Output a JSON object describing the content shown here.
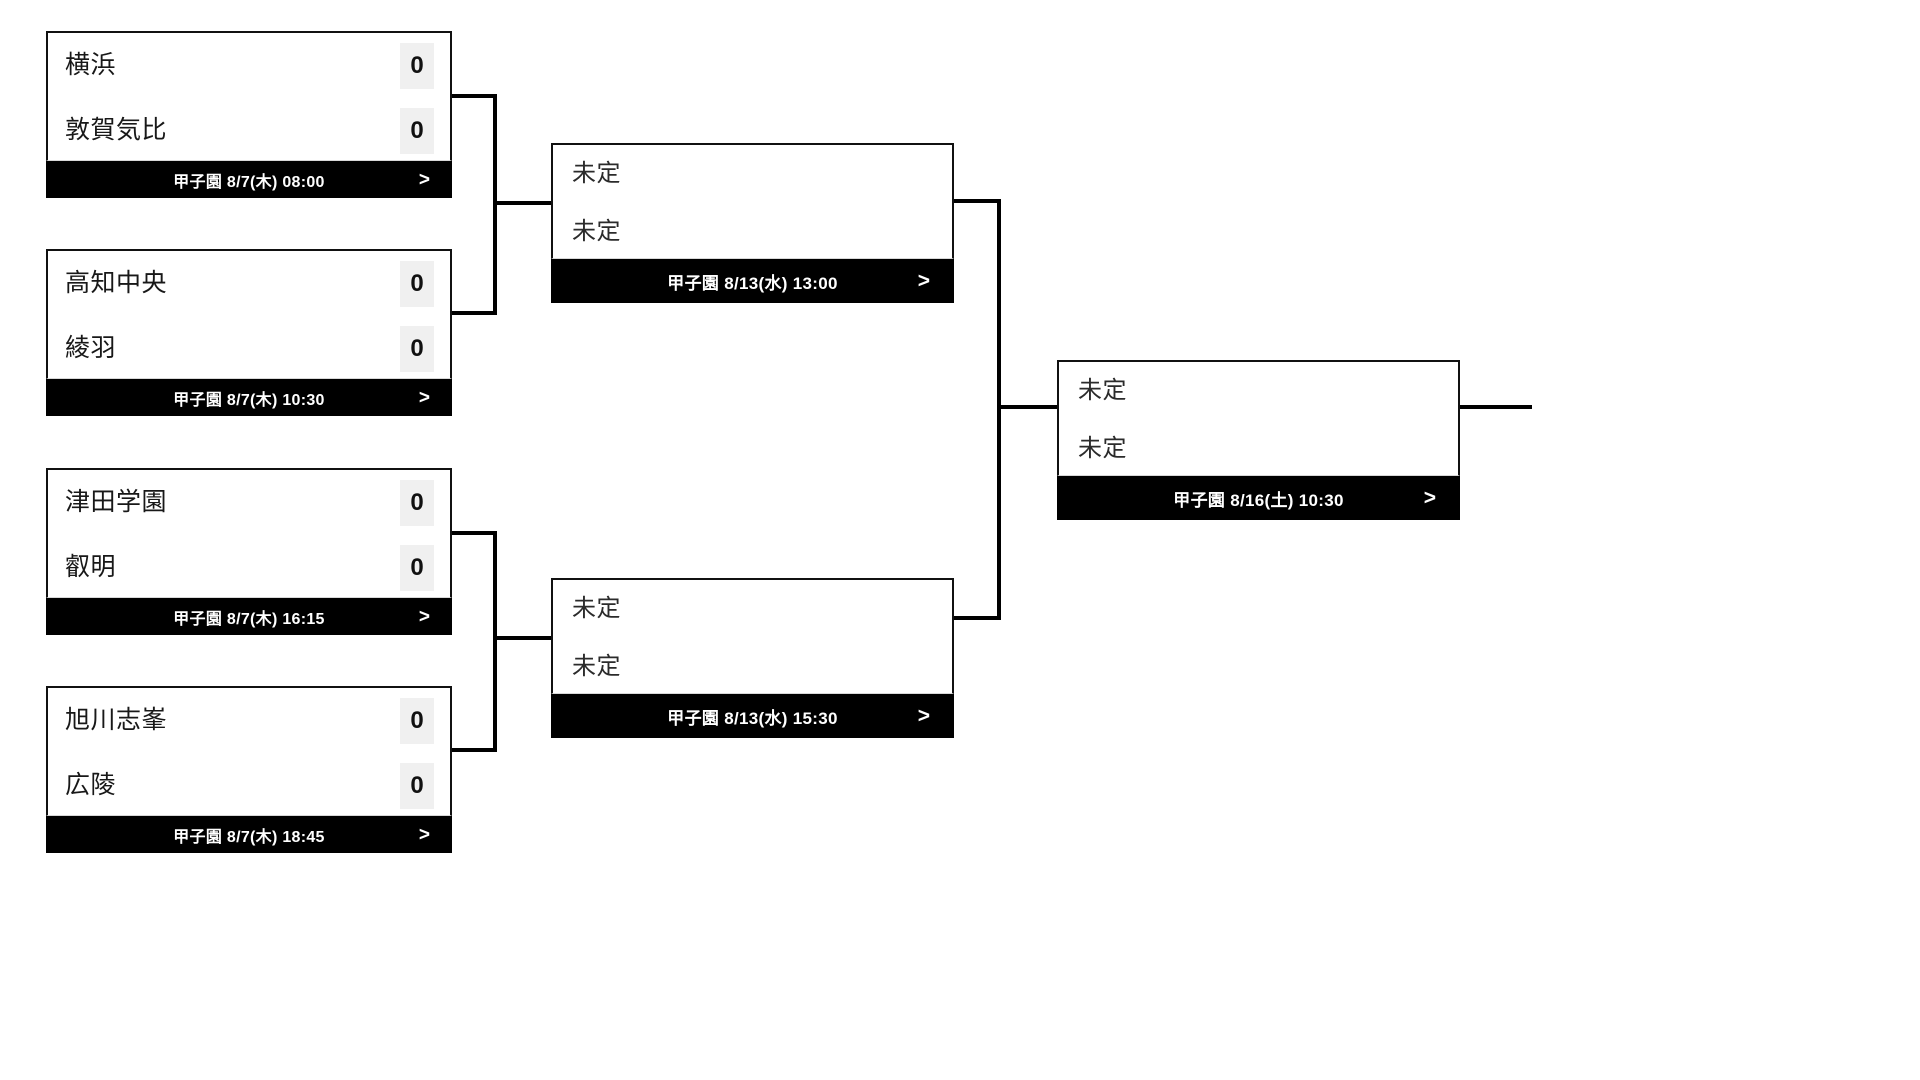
{
  "bracket": {
    "tournament_icon": "bracket-tree",
    "chevron_glyph": ">",
    "rounds": [
      {
        "name": "round-1",
        "matches": [
          {
            "id": "r1-m1",
            "team_top": "横浜",
            "team_bottom": "敦賀気比",
            "score_top": "0",
            "score_bottom": "0",
            "footer": "甲子園 8/7(木) 08:00",
            "venue": "甲子園",
            "date": "8/7(木)",
            "time": "08:00"
          },
          {
            "id": "r1-m2",
            "team_top": "高知中央",
            "team_bottom": "綾羽",
            "score_top": "0",
            "score_bottom": "0",
            "footer": "甲子園 8/7(木) 10:30",
            "venue": "甲子園",
            "date": "8/7(木)",
            "time": "10:30"
          },
          {
            "id": "r1-m3",
            "team_top": "津田学園",
            "team_bottom": "叡明",
            "score_top": "0",
            "score_bottom": "0",
            "footer": "甲子園 8/7(木) 16:15",
            "venue": "甲子園",
            "date": "8/7(木)",
            "time": "16:15"
          },
          {
            "id": "r1-m4",
            "team_top": "旭川志峯",
            "team_bottom": "広陵",
            "score_top": "0",
            "score_bottom": "0",
            "footer": "甲子園 8/7(木) 18:45",
            "venue": "甲子園",
            "date": "8/7(木)",
            "time": "18:45"
          }
        ]
      },
      {
        "name": "round-2",
        "matches": [
          {
            "id": "r2-m1",
            "team_top": "未定",
            "team_bottom": "未定",
            "footer": "甲子園 8/13(水) 13:00",
            "venue": "甲子園",
            "date": "8/13(水)",
            "time": "13:00"
          },
          {
            "id": "r2-m2",
            "team_top": "未定",
            "team_bottom": "未定",
            "footer": "甲子園 8/13(水) 15:30",
            "venue": "甲子園",
            "date": "8/13(水)",
            "time": "15:30"
          }
        ]
      },
      {
        "name": "round-3",
        "matches": [
          {
            "id": "r3-m1",
            "team_top": "未定",
            "team_bottom": "未定",
            "footer": "甲子園 8/16(土) 10:30",
            "venue": "甲子園",
            "date": "8/16(土)",
            "time": "10:30"
          }
        ]
      }
    ]
  },
  "colors": {
    "card_border": "#111111",
    "footer_bg": "#000000",
    "footer_text": "#ffffff",
    "score_bg": "#f0f0f0",
    "team_text": "#181818",
    "tbd_text": "#2b2b2b",
    "page_bg": "#ffffff",
    "connector": "#000000"
  }
}
